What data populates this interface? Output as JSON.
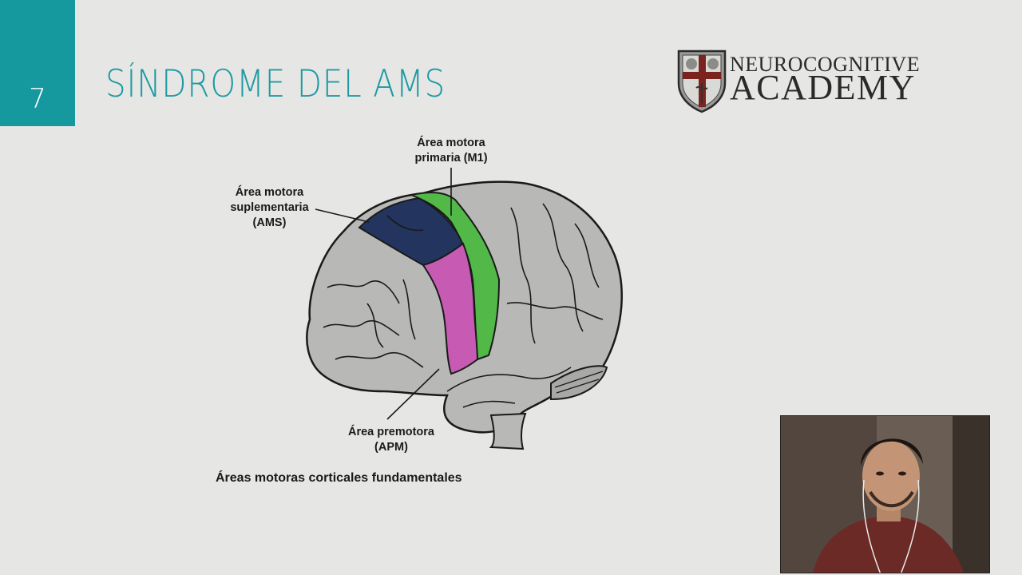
{
  "slide": {
    "number": "7",
    "title": "SÍNDROME DEL AMS"
  },
  "logo": {
    "line1": "NEUROCOGNITIVE",
    "line2": "ACADEMY"
  },
  "figure": {
    "labels": {
      "m1": "Área motora\nprimaria (M1)",
      "ams": "Área motora\nsuplementaria\n(AMS)",
      "apm": "Área premotora\n(APM)"
    },
    "caption": "Áreas motoras corticales fundamentales"
  },
  "colors": {
    "accent": "#16989f",
    "brain_gray": "#b8b8b6",
    "ams_navy": "#23355e",
    "m1_green": "#52b848",
    "apm_magenta": "#c75bb4"
  },
  "webcam": {
    "description_icon": "presenter-video-icon"
  }
}
